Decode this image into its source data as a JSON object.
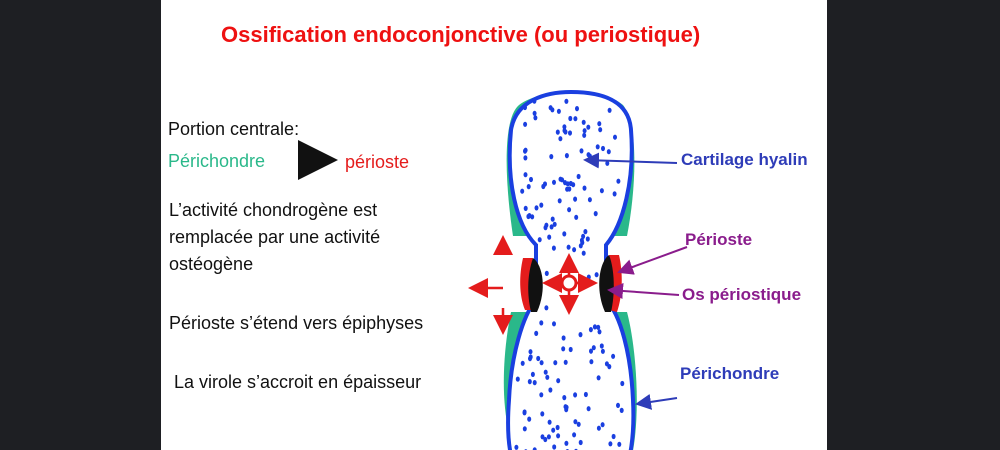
{
  "slide": {
    "title": "Ossification endoconjonctive (ou periostique)",
    "portion": "Portion centrale:",
    "transition": {
      "from": "Périchondre",
      "to": "périoste"
    },
    "activite": [
      "L’activité chondrogène est",
      "remplacée par une activité",
      "ostéogène"
    ],
    "etend": "Périoste s’étend vers épiphyses",
    "virole": "La virole s’accroit en épaisseur"
  },
  "diagram": {
    "labels": {
      "cartilage": "Cartilage hyalin",
      "perioste": "Périoste",
      "os": "Os périostique",
      "perichondre": "Périchondre"
    }
  },
  "colors": {
    "title": "#ee1111",
    "perichondre_green": "#2ab88a",
    "perioste_red": "#e41c1c",
    "cartilage_blue": "#2e3cb8",
    "bone_outline": "#1a3fe0",
    "os_purple": "#8a1c8c"
  }
}
